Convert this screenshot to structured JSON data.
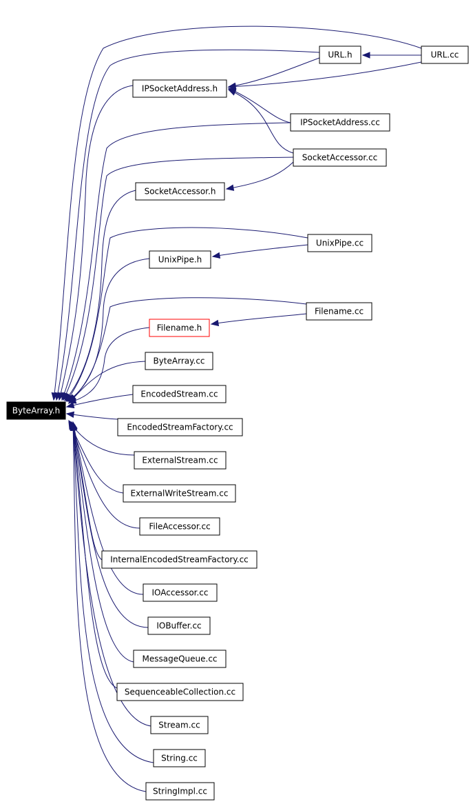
{
  "colors": {
    "edge": "#191970",
    "root_fill": "#000000",
    "root_text": "#ffffff",
    "node_border": "#000000",
    "highlight_border": "#ff0000"
  },
  "nodes": [
    {
      "id": "bytearray_h",
      "label": "ByteArray.h",
      "kind": "root"
    },
    {
      "id": "url_cc",
      "label": "URL.cc"
    },
    {
      "id": "url_h",
      "label": "URL.h"
    },
    {
      "id": "ipsocketaddress_h",
      "label": "IPSocketAddress.h"
    },
    {
      "id": "ipsocketaddress_cc",
      "label": "IPSocketAddress.cc"
    },
    {
      "id": "socketaccessor_cc",
      "label": "SocketAccessor.cc"
    },
    {
      "id": "socketaccessor_h",
      "label": "SocketAccessor.h"
    },
    {
      "id": "unixpipe_cc",
      "label": "UnixPipe.cc"
    },
    {
      "id": "unixpipe_h",
      "label": "UnixPipe.h"
    },
    {
      "id": "filename_cc",
      "label": "Filename.cc"
    },
    {
      "id": "filename_h",
      "label": "Filename.h",
      "kind": "highlight"
    },
    {
      "id": "bytearray_cc",
      "label": "ByteArray.cc"
    },
    {
      "id": "encodedstream_cc",
      "label": "EncodedStream.cc"
    },
    {
      "id": "encodedstreamfactory_cc",
      "label": "EncodedStreamFactory.cc"
    },
    {
      "id": "externalstream_cc",
      "label": "ExternalStream.cc"
    },
    {
      "id": "externalwritestream_cc",
      "label": "ExternalWriteStream.cc"
    },
    {
      "id": "fileaccessor_cc",
      "label": "FileAccessor.cc"
    },
    {
      "id": "internalencodedstreamfactory_cc",
      "label": "InternalEncodedStreamFactory.cc"
    },
    {
      "id": "ioaccessor_cc",
      "label": "IOAccessor.cc"
    },
    {
      "id": "iobuffer_cc",
      "label": "IOBuffer.cc"
    },
    {
      "id": "messagequeue_cc",
      "label": "MessageQueue.cc"
    },
    {
      "id": "sequenceablecollection_cc",
      "label": "SequenceableCollection.cc"
    },
    {
      "id": "stream_cc",
      "label": "Stream.cc"
    },
    {
      "id": "string_cc",
      "label": "String.cc"
    },
    {
      "id": "stringimpl_cc",
      "label": "StringImpl.cc"
    }
  ]
}
